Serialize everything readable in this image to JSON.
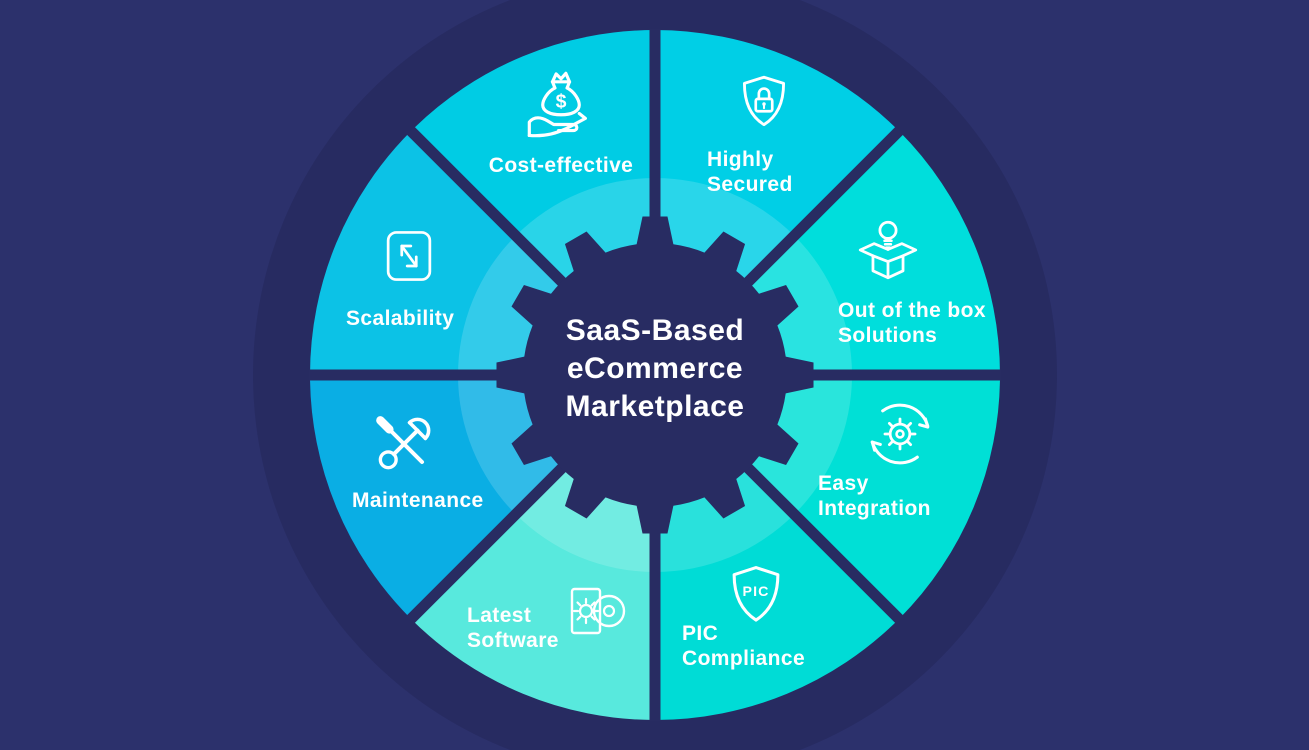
{
  "background": {
    "color": "#2c316c",
    "wheel_shadow_color": "#272b61"
  },
  "center": {
    "title_lines": [
      "SaaS-Based",
      "eCommerce",
      "Marketplace"
    ],
    "gear_color": "#282c62",
    "divider_color": "#282c62",
    "text_color": "#ffffff",
    "highlight_ring_color": "rgba(255,255,255,0.16)"
  },
  "segments": [
    {
      "name": "highly-secured",
      "label_lines": [
        "Highly",
        "Secured"
      ],
      "color": "#00cfe6",
      "icon": "shield-lock-icon"
    },
    {
      "name": "out-of-the-box-solutions",
      "label_lines": [
        "Out of the box",
        "Solutions"
      ],
      "color": "#00dedc",
      "icon": "open-box-bulb-icon"
    },
    {
      "name": "easy-integration",
      "label_lines": [
        "Easy",
        "Integration"
      ],
      "color": "#00e0d6",
      "icon": "gear-sync-icon"
    },
    {
      "name": "pic-compliance",
      "label_lines": [
        "PIC",
        "Compliance"
      ],
      "color": "#00dcd6",
      "icon": "pic-shield-icon",
      "icon_text": "PIC"
    },
    {
      "name": "latest-software",
      "label_lines": [
        "Latest",
        "Software"
      ],
      "color": "#58e9dd",
      "icon": "software-disc-icon"
    },
    {
      "name": "maintenance",
      "label_lines": [
        "Maintenance"
      ],
      "color": "#0aaee4",
      "icon": "tools-icon"
    },
    {
      "name": "scalability",
      "label_lines": [
        "Scalability"
      ],
      "color": "#0cc2e6",
      "icon": "expand-arrows-icon"
    },
    {
      "name": "cost-effective",
      "label_lines": [
        "Cost-effective"
      ],
      "color": "#00cce4",
      "icon": "hand-money-bag-icon",
      "icon_text": "$"
    }
  ]
}
